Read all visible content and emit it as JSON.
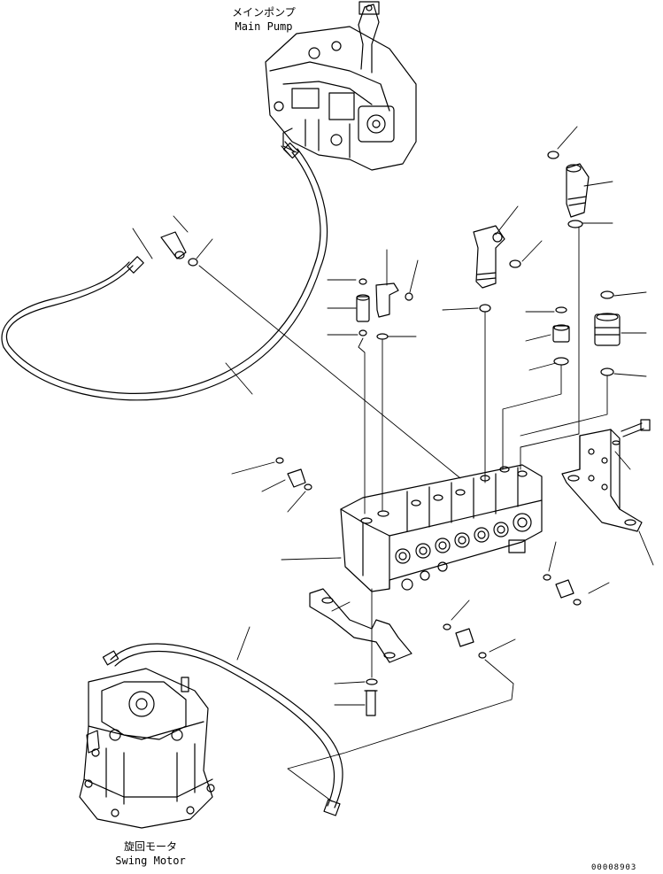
{
  "labels": {
    "main_pump_jp": "メインポンプ",
    "main_pump_en": "Main Pump",
    "swing_motor_jp": "旋回モータ",
    "swing_motor_en": "Swing Motor",
    "doc_number": "00008903"
  },
  "colors": {
    "ink": "#000000",
    "paper": "#ffffff"
  }
}
